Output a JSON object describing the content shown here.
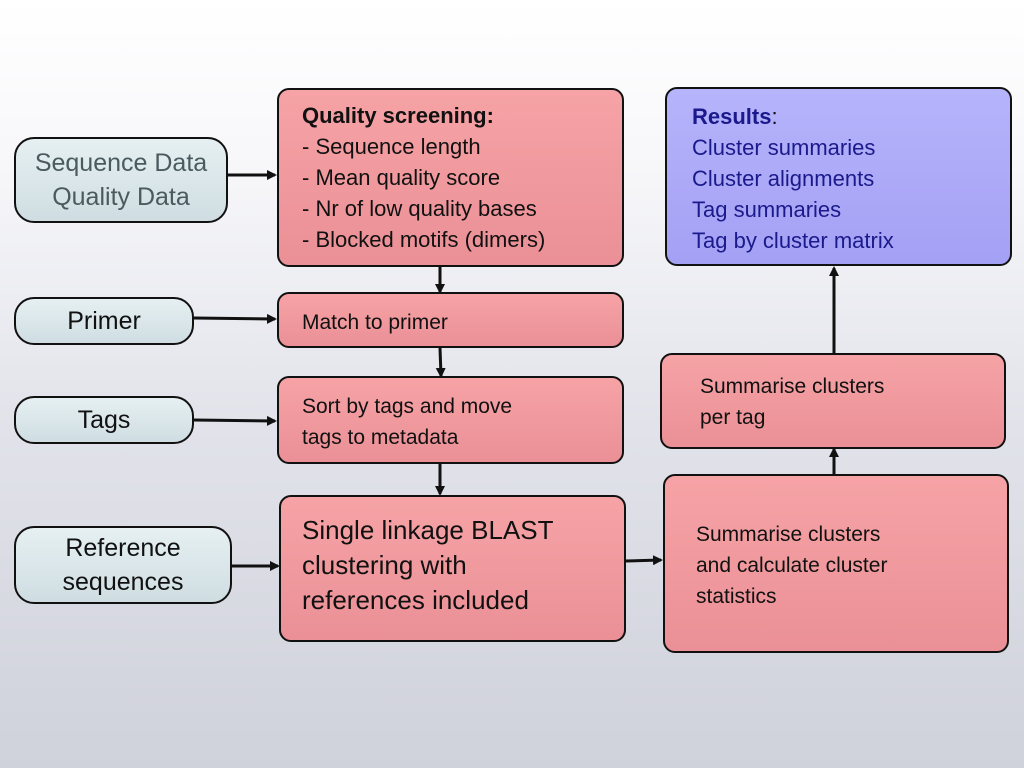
{
  "inputs": {
    "sequence_data": {
      "line1": "Sequence Data",
      "line2": "Quality Data"
    },
    "primer": {
      "label": "Primer"
    },
    "tags": {
      "label": "Tags"
    },
    "reference": {
      "line1": "Reference",
      "line2": "sequences"
    }
  },
  "steps": {
    "quality_screening": {
      "title": "Quality screening:",
      "items": [
        "- Sequence length",
        "- Mean quality score",
        "- Nr of low quality bases",
        "- Blocked motifs (dimers)"
      ]
    },
    "match_primer": {
      "label": "Match to primer"
    },
    "sort_tags": {
      "line1": "Sort by tags and move",
      "line2": "tags to metadata"
    },
    "clustering": {
      "line1": "Single linkage BLAST",
      "line2": "clustering with",
      "line3": "references included"
    },
    "summarise_stats": {
      "line1": "Summarise clusters",
      "line2": "and calculate cluster",
      "line3": "statistics"
    },
    "summarise_per_tag": {
      "line1": "Summarise clusters",
      "line2": "per tag"
    }
  },
  "results": {
    "title": "Results",
    "colon": ":",
    "items": [
      "Cluster summaries",
      "Cluster alignments",
      "Tag summaries",
      "Tag by cluster matrix"
    ]
  },
  "colors": {
    "input_fill": "#dbe8ec",
    "process_fill": "#f09aa0",
    "results_fill": "#aeabf8",
    "results_text": "#1a1a8c",
    "arrow": "#111111"
  }
}
